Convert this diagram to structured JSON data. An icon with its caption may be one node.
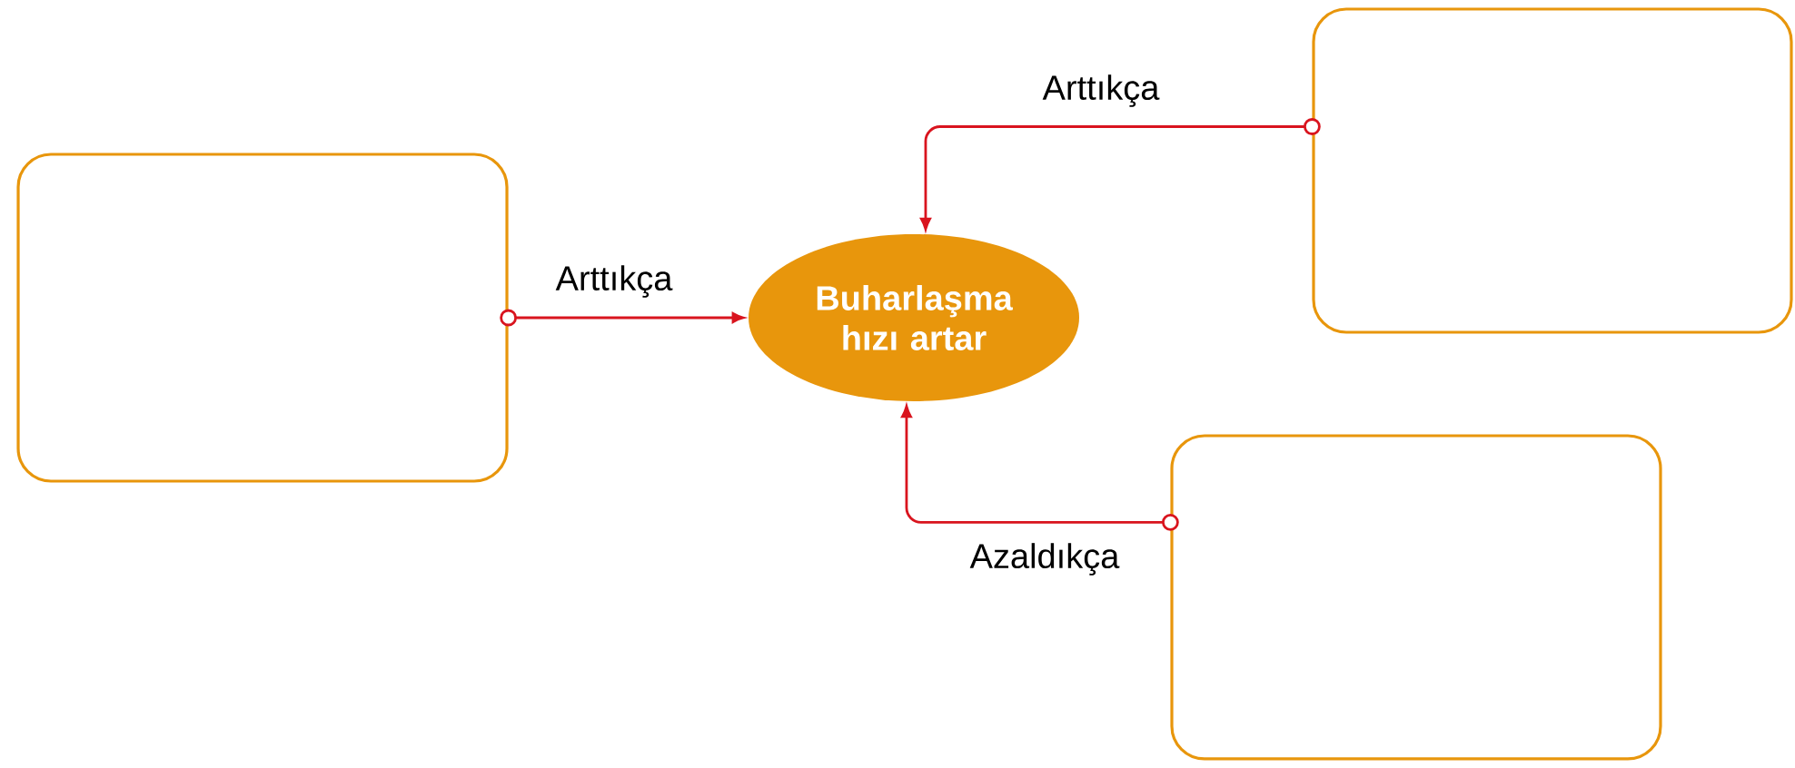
{
  "diagram": {
    "nodes": [
      {
        "text": [],
        "shape": "box"
      },
      {
        "text": [
          "Buharlaşma hızı artar"
        ]
      },
      {
        "text": [],
        "shape": "box"
      },
      {
        "text": [],
        "shape": "box"
      }
    ],
    "edges": [
      {
        "from": 0,
        "to": 1,
        "arrow": "to",
        "label": "Arttıkça"
      },
      {
        "from": 2,
        "to": 1,
        "arrow": "to",
        "label": "Arttıkça"
      },
      {
        "from": 3,
        "to": 1,
        "arrow": "to",
        "label": "Azaldıkça"
      }
    ]
  }
}
